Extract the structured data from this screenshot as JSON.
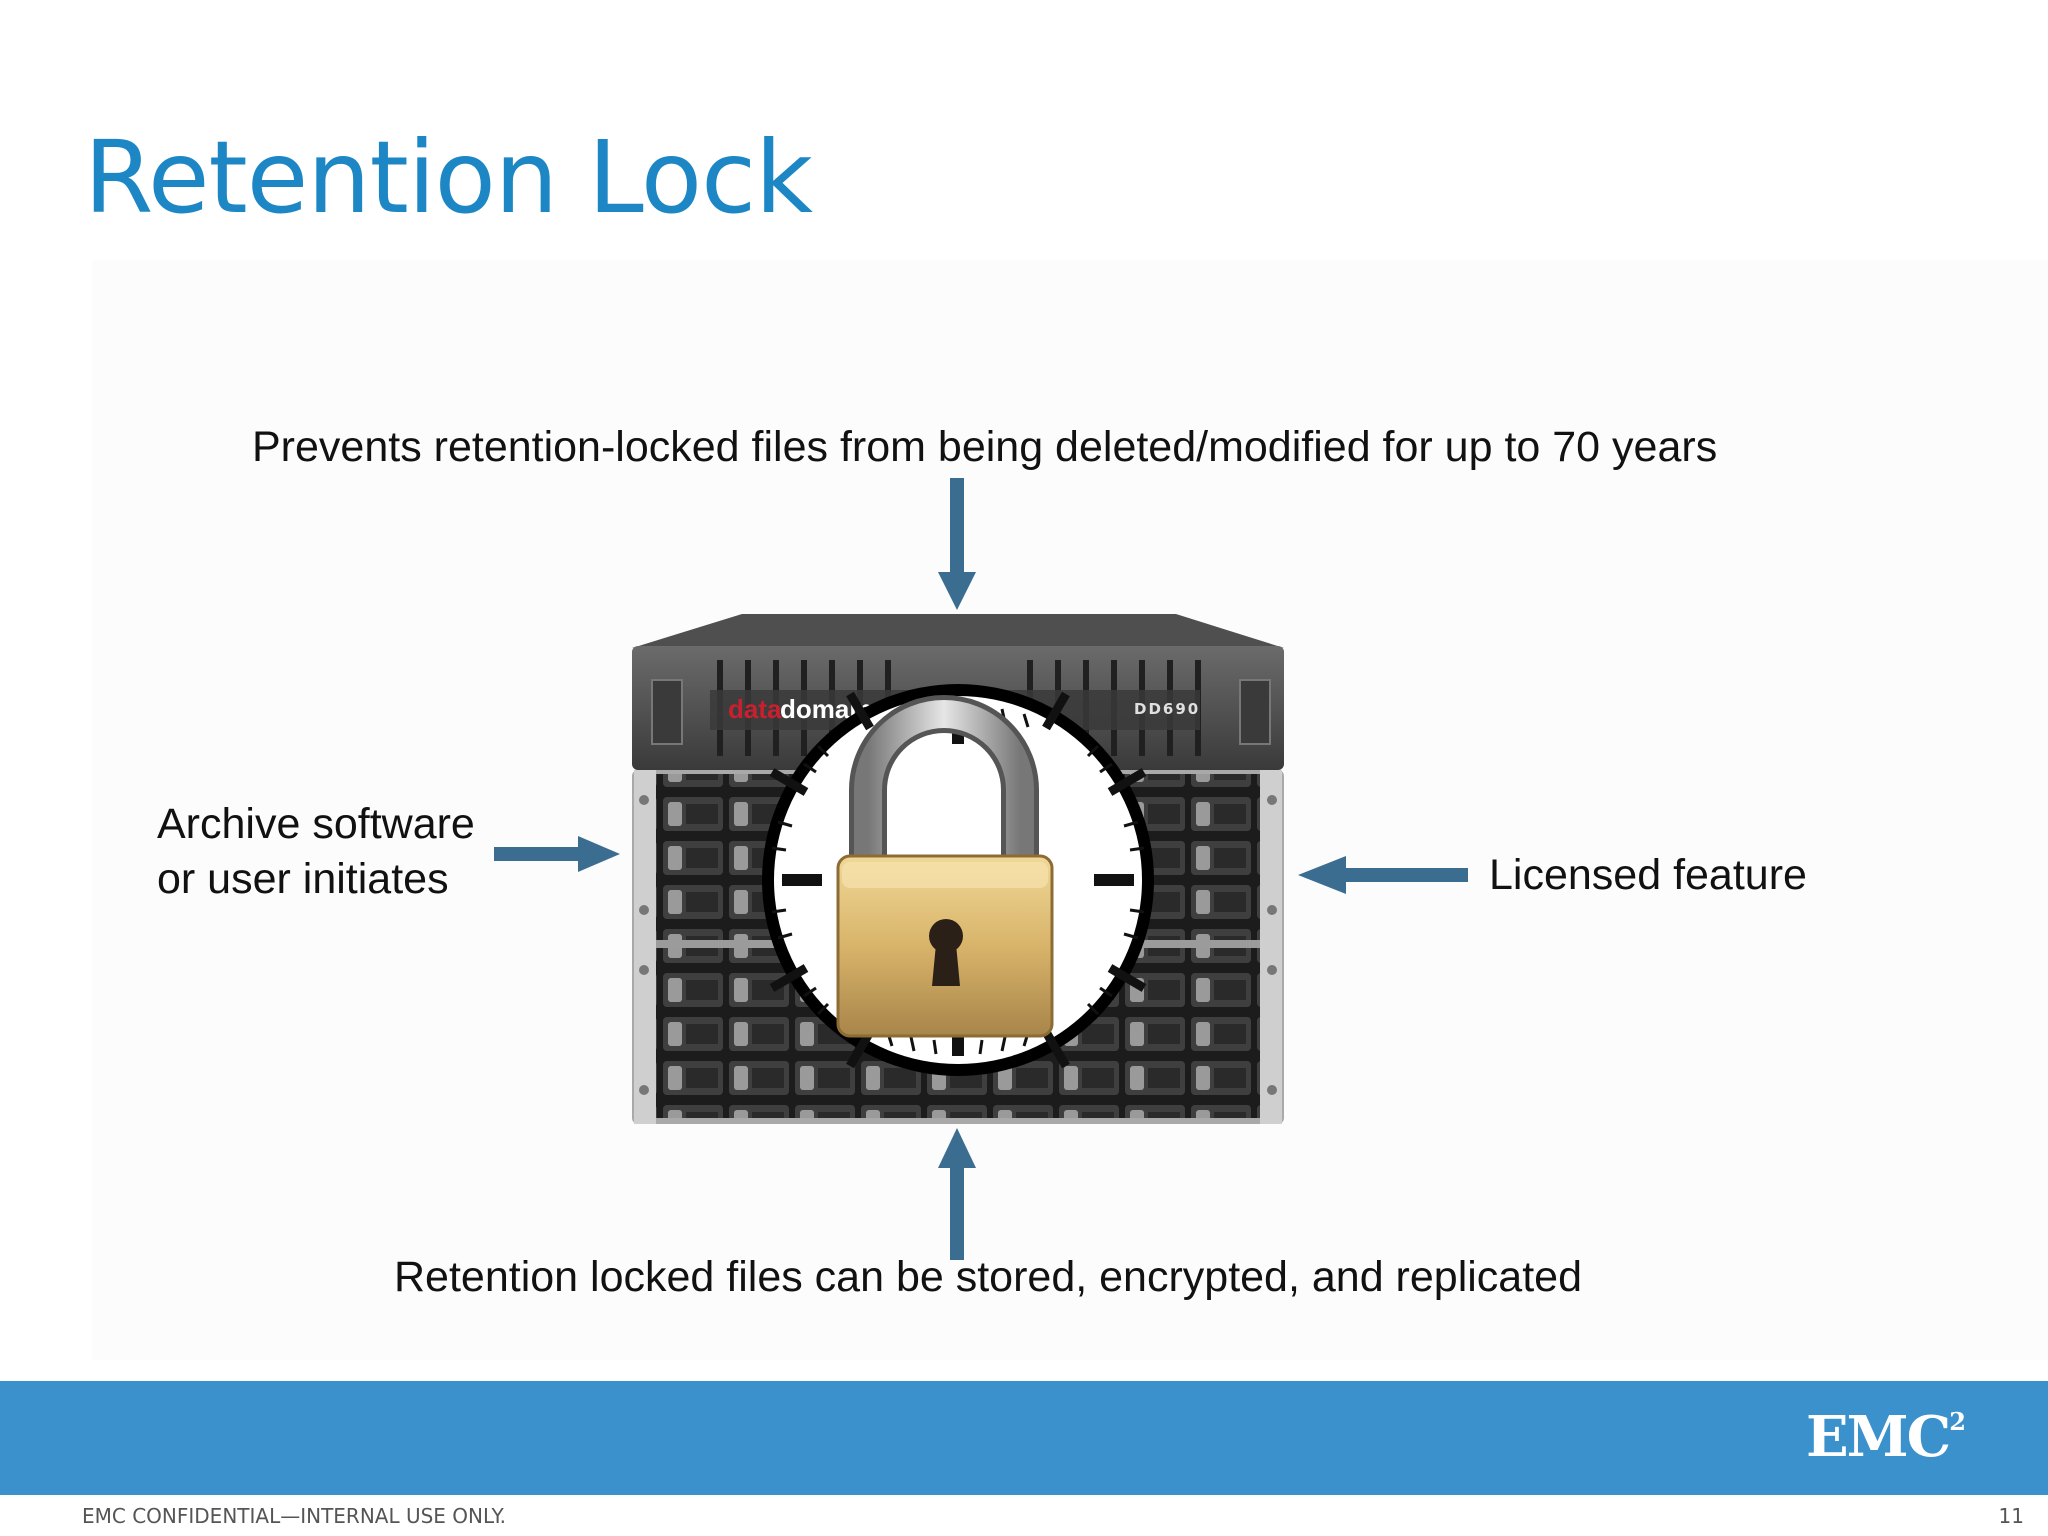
{
  "slide": {
    "title": "Retention Lock",
    "page_number": "11",
    "confidential_notice": "EMC CONFIDENTIAL—INTERNAL USE ONLY."
  },
  "diagram": {
    "top_label": "Prevents retention-locked files from being deleted/modified for up to 70 years",
    "left_label_line1": "Archive software",
    "left_label_line2": "or user initiates",
    "right_label": "Licensed feature",
    "bottom_label": "Retention locked files can be stored, encrypted, and replicated",
    "device_brand_red": "data",
    "device_brand_white": "domain",
    "device_model": "DD690",
    "arrow_color": "#3b6d91",
    "icons": [
      "storage-array-icon",
      "clock-icon",
      "padlock-icon"
    ]
  },
  "footer": {
    "logo_text": "EMC",
    "logo_superscript": "2",
    "band_color": "#3a91cc"
  }
}
